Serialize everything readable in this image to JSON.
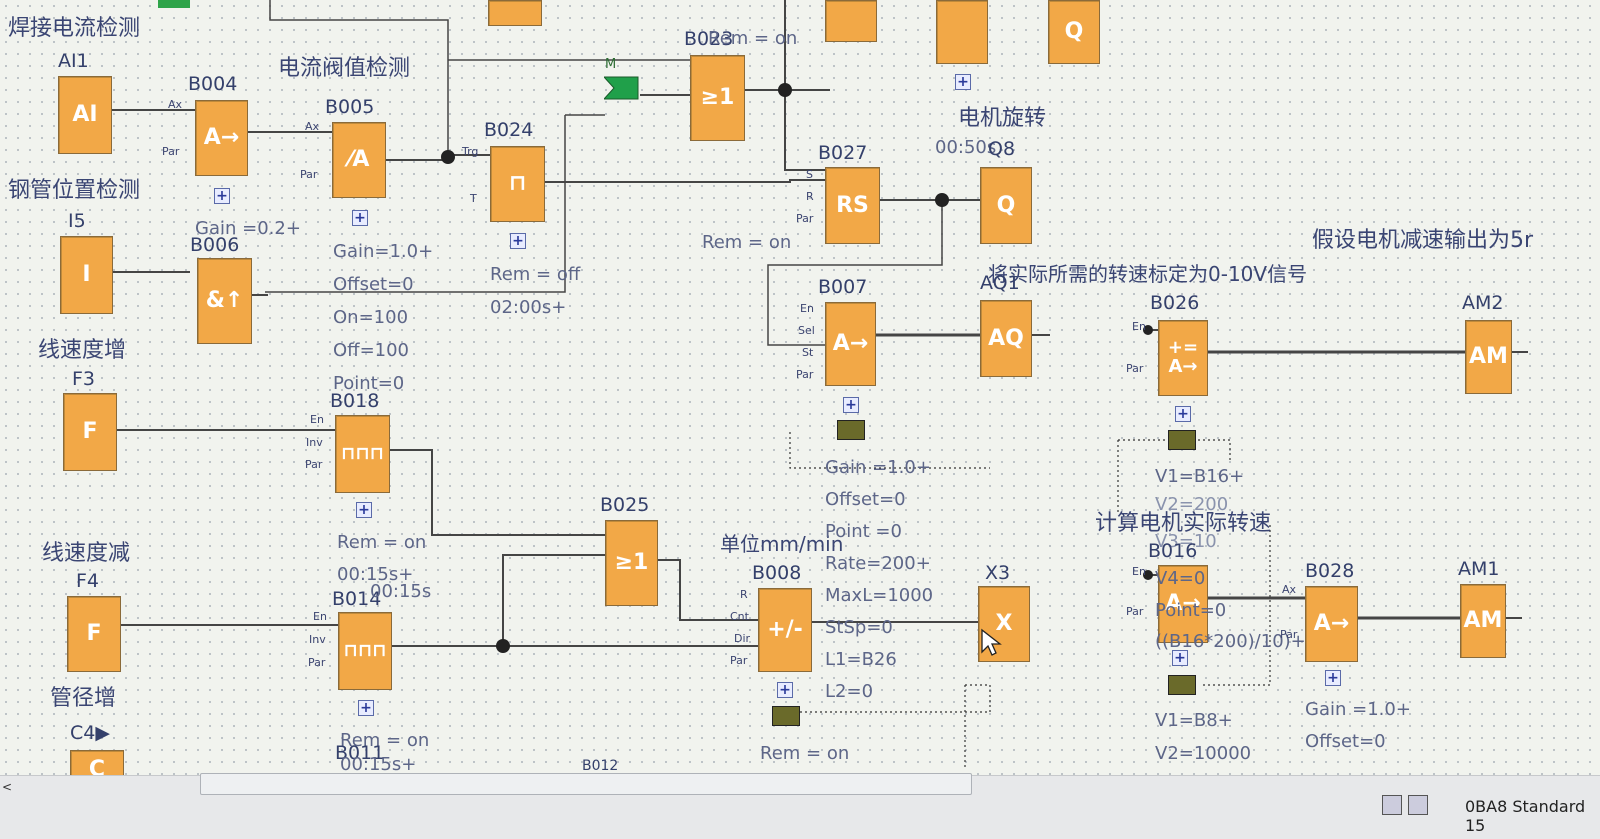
{
  "sections": {
    "welding_current": "焊接电流检测",
    "current_threshold": "电流阀值检测",
    "pipe_position": "钢管位置检测",
    "line_speed_inc": "线速度增",
    "line_speed_dec": "线速度减",
    "pipe_dia_inc": "管径增",
    "motor_rotate": "电机旋转",
    "assume_motor": "假设电机减速输出为5r",
    "scale_note": "将实际所需的转速标定为0-10V信号",
    "calc_motor": "计算电机实际转速",
    "unit": "单位mm/min"
  },
  "blocks": {
    "ai1": {
      "name": "AI1",
      "sym": "AI"
    },
    "b004": {
      "name": "B004",
      "sym": "A→",
      "params": [
        "Gain =0.2+"
      ]
    },
    "b005": {
      "name": "B005",
      "sym": "⁄A",
      "params": [
        "Gain=1.0+",
        "Offset=0",
        "On=100",
        "Off=100",
        "Point=0"
      ]
    },
    "b024": {
      "name": "B024",
      "sym": "⊓",
      "params": [
        "Rem = off",
        "02:00s+"
      ]
    },
    "b023": {
      "name": "B023",
      "sym": "≥1",
      "extra": "Rem = on"
    },
    "b027": {
      "name": "B027",
      "sym": "RS",
      "params": [
        "Rem = on"
      ]
    },
    "q_motor": {
      "name": "Q8",
      "sym": "Q",
      "params": [
        "00:50s"
      ]
    },
    "q_top": {
      "sym": "Q"
    },
    "i5": {
      "name": "I5",
      "sym": "I"
    },
    "b006": {
      "name": "B006",
      "sym": "&↑"
    },
    "b007": {
      "name": "B007",
      "sym": "A→",
      "params": [
        "Gain =1.0+",
        "Offset=0",
        "Point =0",
        "Rate=200+",
        "MaxL=1000",
        "StSp=0",
        "L1=B26",
        "L2=0"
      ]
    },
    "aq1": {
      "name": "AQ1",
      "sym": "AQ"
    },
    "b026": {
      "name": "B026",
      "sym": "+=\nA→",
      "params": [
        "V1=B16+",
        "V2=200",
        "V3=10"
      ]
    },
    "am2": {
      "name": "AM2",
      "sym": "AM"
    },
    "f3": {
      "name": "F3",
      "sym": "F"
    },
    "b018": {
      "name": "B018",
      "sym": "⊓⊓⊓",
      "params": [
        "Rem = on",
        "00:15s+"
      ]
    },
    "b025": {
      "name": "B025",
      "sym": "≥1"
    },
    "b008": {
      "name": "B008",
      "sym": "+/-",
      "params": [
        "Rem = on"
      ]
    },
    "x3": {
      "name": "X3",
      "sym": "X"
    },
    "b016": {
      "name": "B016",
      "sym": "A→",
      "params": [
        "V4=0",
        "Point=0",
        "((B16*200)/10)+"
      ]
    },
    "b028": {
      "name": "B028",
      "sym": "A→",
      "params": [
        "Gain =1.0+",
        "Offset=0"
      ]
    },
    "am1": {
      "name": "AM1",
      "sym": "AM"
    },
    "f4": {
      "name": "F4",
      "sym": "F"
    },
    "b014": {
      "name": "B014",
      "sym": "⊓⊓⊓",
      "params": [
        "00:15s"
      ]
    },
    "b011": {
      "name": "B011",
      "params": [
        "Rem = on",
        "00:15s+"
      ]
    },
    "c4": {
      "name": "C4▶",
      "sym": "C"
    },
    "b012": {
      "name": "B012"
    },
    "b016_calc": {
      "params": [
        "V1=B8+",
        "V2=10000"
      ]
    },
    "m_flag": {
      "name": "M"
    }
  },
  "status": {
    "text": "0BA8 Standard",
    "page": "15",
    "scroll_left": "<"
  },
  "colors": {
    "block": "#f2a847",
    "wire": "#3a3a3a",
    "text": "#34406b",
    "canvas": "#f1f3ee"
  }
}
